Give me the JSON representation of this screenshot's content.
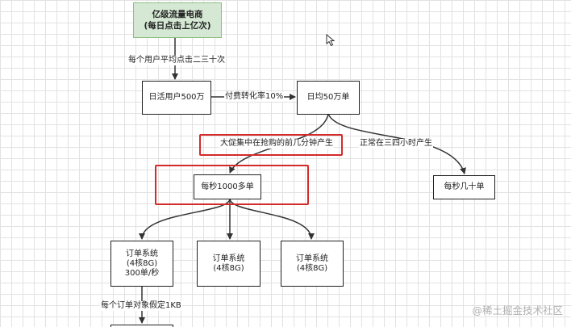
{
  "nodes": {
    "head": [
      "亿级流量电商",
      "(每日点击上亿次)"
    ],
    "dau": "日活用户500万",
    "daily_orders": "日均50万单",
    "peak_rate": "每秒1000多单",
    "normal_rate": "每秒几十单",
    "order_system_1": [
      "订单系统",
      "(4核8G)",
      "300单/秒"
    ],
    "order_system_2": [
      "订单系统",
      "(4核8G)"
    ],
    "order_system_3": [
      "订单系统",
      "(4核8G)"
    ]
  },
  "edge_labels": {
    "avg_clicks": "每个用户平均点击二三十次",
    "conversion": "付费转化率10%",
    "promo": "大促集中在抢购的前几分钟产生",
    "normal": "正常在三四小时产生",
    "order_size": "每个订单对象假定1KB"
  },
  "watermark": "@稀土掘金技术社区",
  "colors": {
    "head_fill": "#d5e8d4",
    "head_border": "#8dbf82",
    "highlight": "#d42a2a",
    "line": "#333333"
  }
}
